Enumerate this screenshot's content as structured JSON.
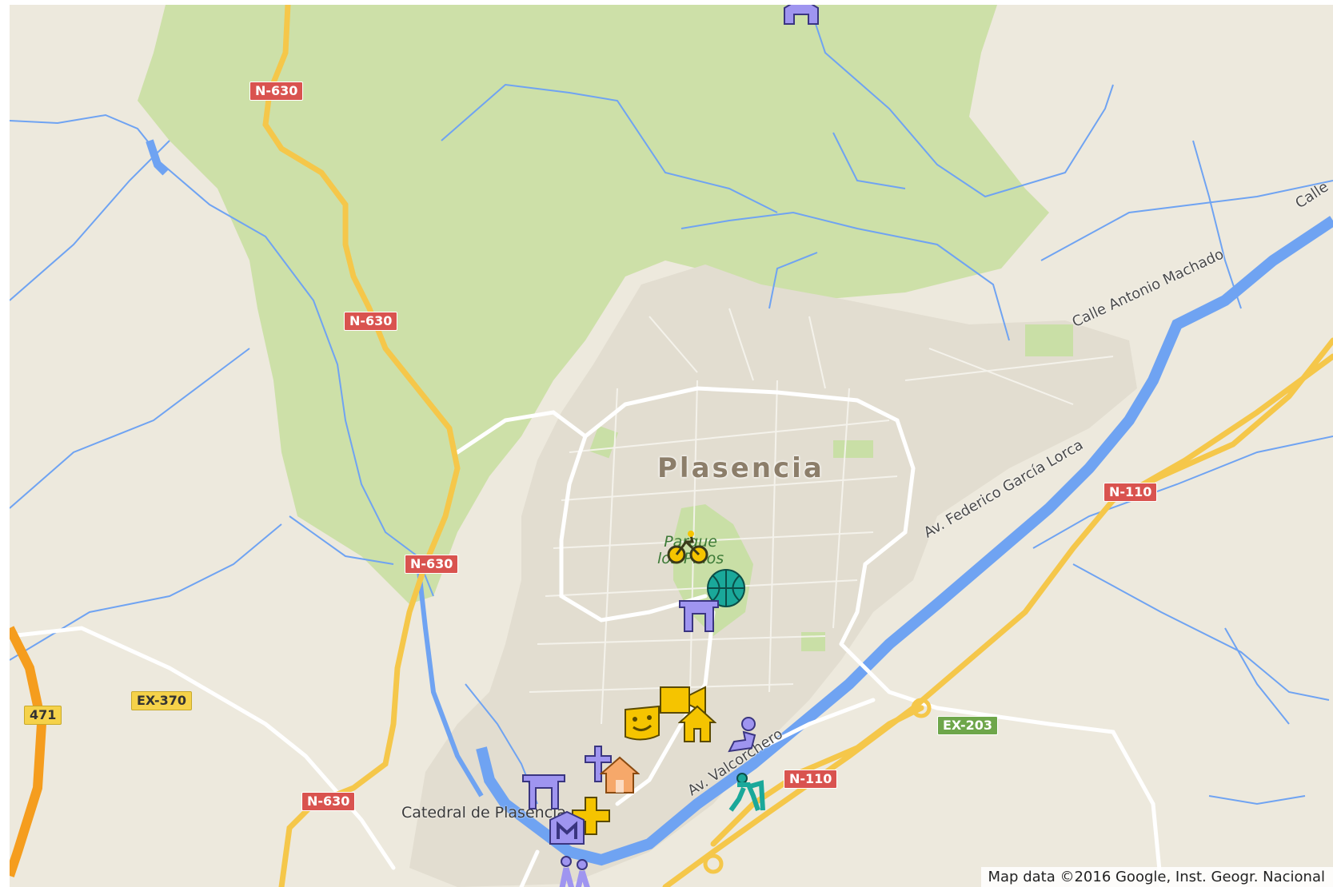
{
  "map": {
    "city_label": "Plasencia",
    "park_label_line1": "Parque",
    "park_label_line2": "los Pinos",
    "poi_label": "Catedral de Plasencia",
    "attribution": "Map data ©2016 Google, Inst. Geogr. Nacional",
    "streets": [
      {
        "name": "Calle Antonio Machado"
      },
      {
        "name": "Av. Federico García Lorca"
      },
      {
        "name": "Av. Valcorchero"
      },
      {
        "name": "Calle"
      }
    ],
    "road_shields": [
      {
        "text": "N-630",
        "style": "red"
      },
      {
        "text": "N-630",
        "style": "red"
      },
      {
        "text": "N-630",
        "style": "red"
      },
      {
        "text": "N-630",
        "style": "red"
      },
      {
        "text": "N-110",
        "style": "red"
      },
      {
        "text": "N-110",
        "style": "red"
      },
      {
        "text": "EX-370",
        "style": "yellow"
      },
      {
        "text": "EX-203",
        "style": "green"
      },
      {
        "text": "471",
        "style": "yellow"
      }
    ],
    "colors": {
      "land": "#ede9dd",
      "forest": "#cde0a8",
      "urban": "#e2ddd0",
      "water": "#6fa3f2",
      "highway": "#f5c74a",
      "motorway": "#f59d1e",
      "road": "#ffffff"
    },
    "markers": [
      {
        "icon": "monument-icon",
        "color": "#9f95f0"
      },
      {
        "icon": "bicycle-icon",
        "color": "#f5c400"
      },
      {
        "icon": "basketball-icon",
        "color": "#1aa89a"
      },
      {
        "icon": "gate-icon",
        "color": "#9f95f0"
      },
      {
        "icon": "video-camera-icon",
        "color": "#f5c400"
      },
      {
        "icon": "theater-icon",
        "color": "#f5c400"
      },
      {
        "icon": "home-icon",
        "color": "#f5c400"
      },
      {
        "icon": "prayer-icon",
        "color": "#9f95f0"
      },
      {
        "icon": "cross-icon",
        "color": "#9f95f0"
      },
      {
        "icon": "house-icon",
        "color": "#f6a86a"
      },
      {
        "icon": "torii-icon",
        "color": "#9f95f0"
      },
      {
        "icon": "hospital-icon",
        "color": "#f5c400"
      },
      {
        "icon": "museum-icon",
        "color": "#9f95f0"
      },
      {
        "icon": "hiking-icon",
        "color": "#1aa89a"
      },
      {
        "icon": "walking-people-icon",
        "color": "#9f95f0"
      }
    ]
  }
}
